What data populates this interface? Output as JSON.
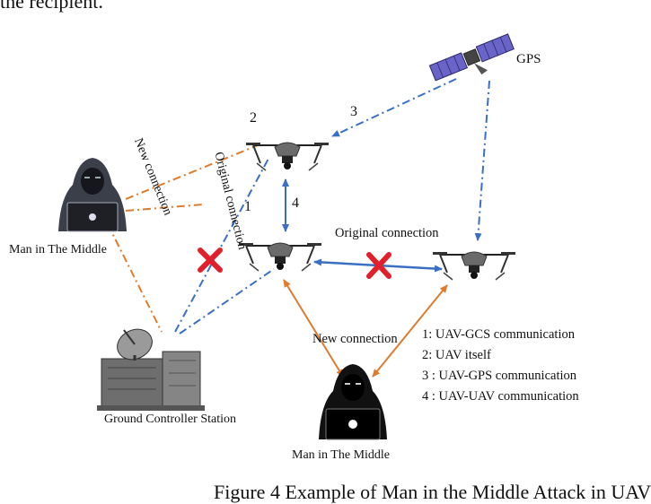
{
  "page": {
    "top_text": "the recipient.",
    "caption": "Figure 4 Example of Man in the Middle Attack in UAV"
  },
  "labels": {
    "gps": "GPS",
    "num_1": "1",
    "num_2": "2",
    "num_3": "3",
    "num_4": "4",
    "new_connection_diag": "New connection",
    "original_connection_diag": "Original connection",
    "original_connection": "Original connection",
    "new_connection": "New connection",
    "man_in_middle_left": "Man in The Middle",
    "man_in_middle_bottom": "Man in The Middle",
    "ground_station": "Ground Controller Station"
  },
  "legend": [
    "1: UAV-GCS communication",
    "2: UAV itself",
    "3 : UAV-GPS communication",
    "4 : UAV-UAV communication"
  ],
  "colors": {
    "orange": "#e07b2e",
    "blue": "#3a6fc4",
    "red_x": "#e0202a"
  }
}
